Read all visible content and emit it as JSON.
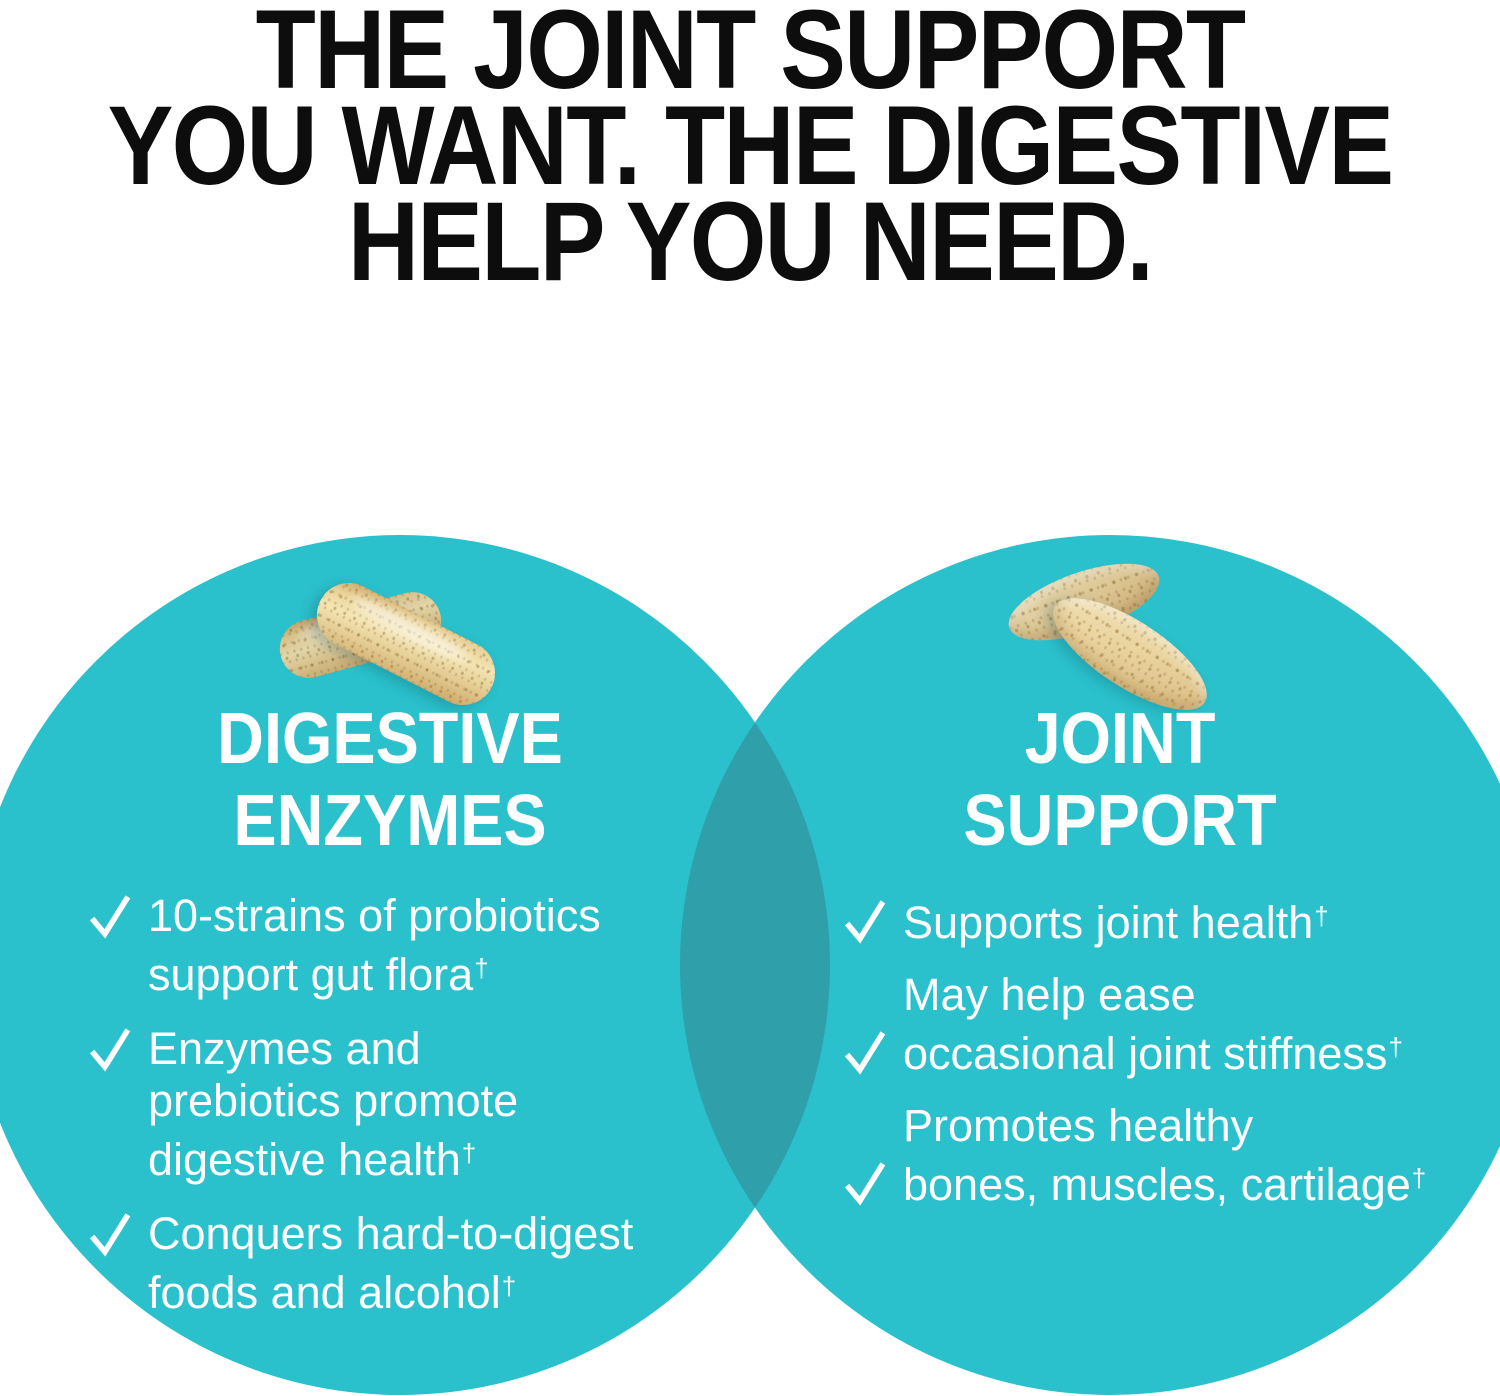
{
  "headline": {
    "lines": [
      "THE JOINT SUPPORT",
      "YOU WANT. THE DIGESTIVE",
      "HELP YOU NEED."
    ]
  },
  "colors": {
    "teal": "#2AC1CC",
    "overlap": "#2F9FAA",
    "ink": "#0D0D0D",
    "white": "#FFFFFF",
    "capsule_light": "#F4E5B4",
    "capsule_dark": "#CDA867",
    "tablet_light": "#F2E3B8",
    "tablet_dark": "#D2B279"
  },
  "left_circle": {
    "icon": "two-capsules",
    "title_lines": [
      "DIGESTIVE",
      "ENZYMES"
    ],
    "items": [
      {
        "text": "10-strains of probiotics\nsupport gut flora",
        "dagger": "†"
      },
      {
        "text": "Enzymes and\nprebiotics promote\ndigestive health",
        "dagger": "†"
      },
      {
        "text": "Conquers hard-to-digest\nfoods and alcohol",
        "dagger": "†"
      }
    ]
  },
  "right_circle": {
    "icon": "two-tablets",
    "title_lines": [
      "JOINT",
      "SUPPORT"
    ],
    "items": [
      {
        "text": "Supports joint health",
        "dagger": "†"
      },
      {
        "text": "May help ease\noccasional joint stiffness",
        "dagger": "†"
      },
      {
        "text": "Promotes healthy\nbones, muscles, cartilage",
        "dagger": "†"
      }
    ]
  }
}
